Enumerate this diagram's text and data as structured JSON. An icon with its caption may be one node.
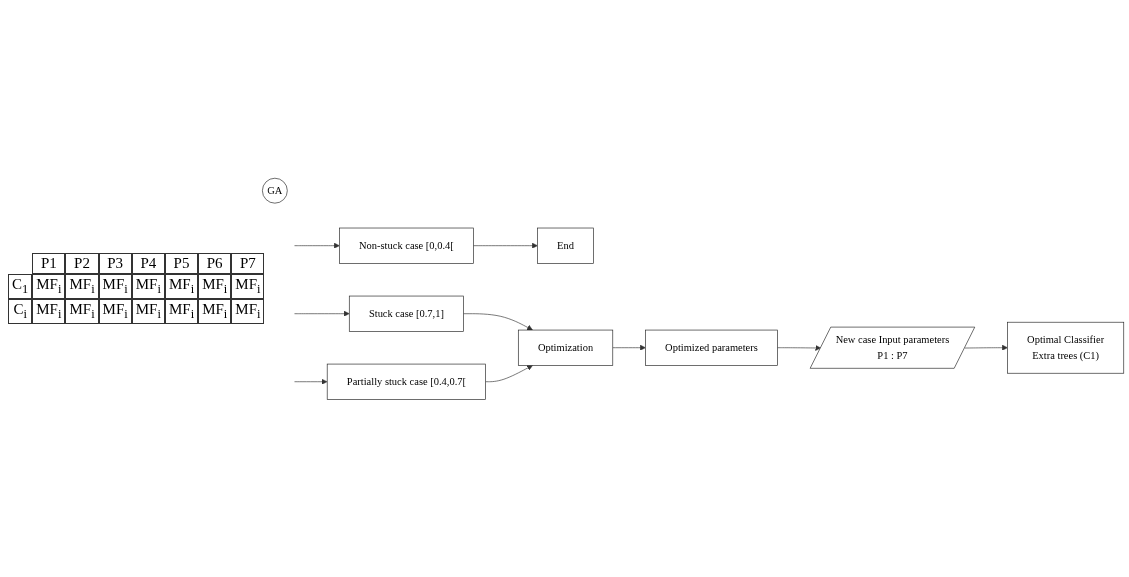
{
  "diagram": {
    "nodes": [
      {
        "text": [
          "New case Input parameters",
          "P1 : P7"
        ]
      },
      {
        "text": [
          "Optimal Classifier",
          "Extra trees (C1)"
        ]
      },
      {
        "text": [
          "Non-stuck case [0,0.4["
        ]
      },
      {
        "text": [
          "End"
        ]
      },
      {
        "text": [
          "Partially stuck case [0.4,0.7["
        ]
      },
      {
        "text": [
          "Stuck case [0.7,1]"
        ]
      },
      {
        "text": [
          "Optimization"
        ]
      },
      {
        "text": [
          "GA"
        ]
      },
      {
        "text": [
          "Optimized parameters"
        ]
      }
    ],
    "edges": [
      {
        "from": 0,
        "to": 1,
        "arrow": "to"
      },
      {
        "from": null,
        "to": 2,
        "arrow": "to"
      },
      {
        "from": 2,
        "to": 3,
        "arrow": "to"
      },
      {
        "from": null,
        "to": 4,
        "arrow": "to"
      },
      {
        "from": null,
        "to": 5,
        "arrow": "to"
      },
      {
        "from": 5,
        "to": 6,
        "arrow": "to"
      },
      {
        "from": 4,
        "to": 6,
        "arrow": "to"
      },
      {
        "from": 6,
        "to": 8,
        "arrow": "to"
      },
      {
        "from": 8,
        "to": 0,
        "arrow": "to"
      }
    ],
    "labels": [
      "P1",
      "P2",
      "P3",
      "P4",
      "P5",
      "P6",
      "P7",
      "C$_{1}$",
      "MF$_{i}$",
      "MF$_{i}$",
      "MF$_{i}$",
      "MF$_{i}$",
      "MF$_{i}$",
      "MF$_{i}$",
      "MF$_{i}$",
      "C$_{i}$",
      "MF$_{i}$",
      "MF$_{i}$",
      "MF$_{i}$",
      "MF$_{i}$",
      "MF$_{i}$",
      "MF$_{i}$",
      "MF$_{i}$"
    ]
  }
}
